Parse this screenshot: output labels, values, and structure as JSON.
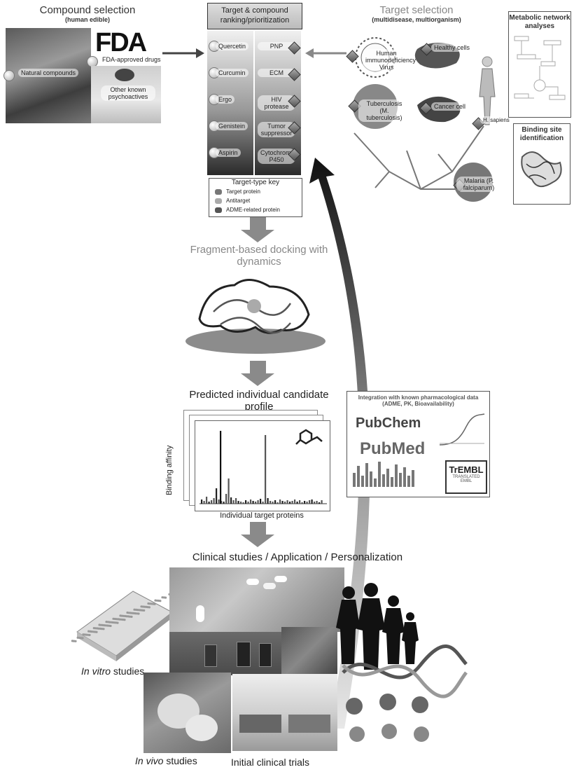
{
  "compound_selection": {
    "title": "Compound selection",
    "subtitle": "(human edible)",
    "fda_logo": "FDA",
    "fda_label": "FDA-approved drugs",
    "natural_label": "Natural compounds",
    "psychoactives_label": "Other known psychoactives"
  },
  "ranking": {
    "title": "Target & compound ranking/prioritization",
    "compounds": [
      "Quercetin",
      "Curcumin",
      "Ergo",
      "Genistein",
      "Aspirin"
    ],
    "targets": [
      "PNP",
      "ECM",
      "HIV protease",
      "Tumor suppressor",
      "Cytochrome P450"
    ],
    "key_title": "Target-type key",
    "key_items": [
      "Target protein",
      "Antitarget",
      "ADME-related protein"
    ]
  },
  "target_selection": {
    "title": "Target selection",
    "subtitle": "(multidisease, multiorganism)",
    "organisms": [
      "Human immunodeficiency Virus",
      "Healthy cells",
      "Tuberculosis (M. tuberculosis)",
      "Cancer cell",
      "H. sapiens",
      "Malaria (P. falciparum)"
    ],
    "metabolic_title": "Metabolic network analyses",
    "binding_title": "Binding site identification"
  },
  "docking": {
    "title": "Fragment-based docking with dynamics"
  },
  "profile": {
    "title": "Predicted individual candidate profile",
    "ylabel": "Binding affinity",
    "xlabel": "Individual target proteins"
  },
  "integration": {
    "title": "Integration with known pharmacological data",
    "subtitle": "(ADME, PK, Bioavailability)",
    "pubchem": "PubChem",
    "pubmed": "PubMed",
    "trembl": "TrEMBL",
    "trembl_sub": "TRANSLATED EMBL"
  },
  "clinical": {
    "title": "Clinical studies / Application / Personalization",
    "in_vitro_italic": "In vitro",
    "in_vitro_rest": " studies",
    "in_vivo_italic": "In vivo",
    "in_vivo_rest": " studies",
    "trials": "Initial clinical trials"
  }
}
